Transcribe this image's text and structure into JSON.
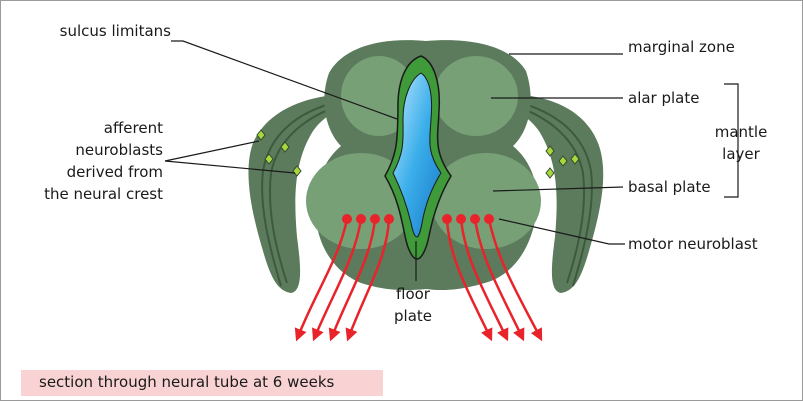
{
  "labels": {
    "sulcus_limitans": "sulcus limitans",
    "marginal_zone": "marginal zone",
    "alar_plate": "alar plate",
    "basal_plate": "basal plate",
    "mantle_layer": [
      "mantle",
      "layer"
    ],
    "motor_neuroblast": "motor neuroblast",
    "floor_plate": [
      "floor",
      "plate"
    ],
    "afferent_neuroblasts": [
      "afferent",
      "neuroblasts",
      "derived from",
      "the neural crest"
    ]
  },
  "caption": "section through neural tube at 6 weeks",
  "colors": {
    "marginal_zone": "#5c7a5c",
    "mantle_cells": "#77a077",
    "neuroepithelium": "#3f9a3a",
    "lumen": "#3aaeea",
    "motor_arrows": "#e8232a",
    "crest_cells": "#a8d63c",
    "caption_bg": "#f9d3d3"
  }
}
